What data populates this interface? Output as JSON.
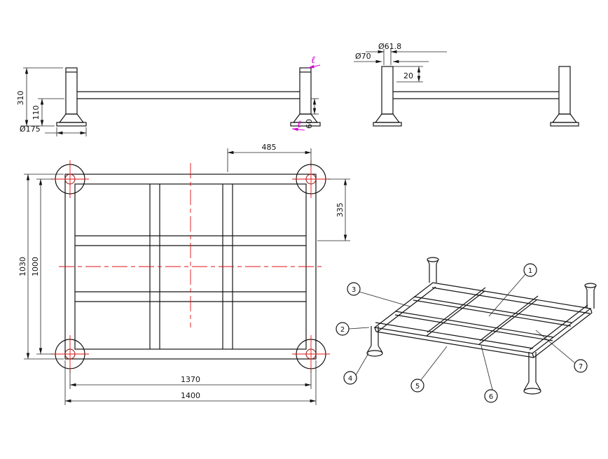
{
  "drawing": {
    "colors": {
      "line": "#141414",
      "centerline": "#e01010",
      "section_mark": "#d400d4",
      "background": "#ffffff"
    },
    "front_view": {
      "dim_total_height": "310",
      "dim_leg_height": "110",
      "dim_foot_diameter": "Ø175",
      "dim_rail_offset": "60",
      "section_label": "ℓ"
    },
    "side_view": {
      "dim_post_inner_diameter": "Ø61.8",
      "dim_post_outer_diameter": "Ø70",
      "dim_cap_length": "20"
    },
    "plan_view": {
      "dim_bay_width": "485",
      "dim_bay_depth": "335",
      "dim_depth_overall": "1030",
      "dim_depth_centers": "1000",
      "dim_width_centers": "1370",
      "dim_width_overall": "1400"
    },
    "iso_view": {
      "balloons": [
        "1",
        "2",
        "3",
        "4",
        "5",
        "6",
        "7"
      ]
    }
  }
}
